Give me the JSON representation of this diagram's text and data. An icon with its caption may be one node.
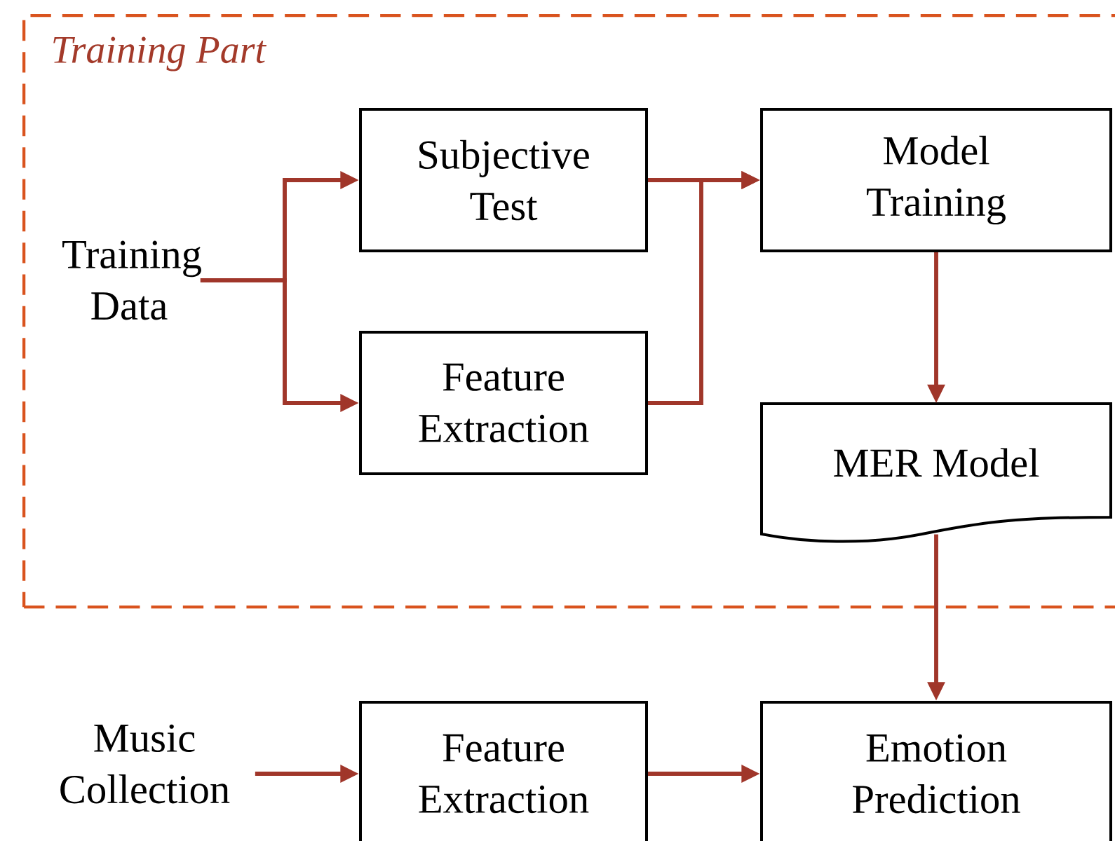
{
  "diagram": {
    "nodes": [
      {
        "text": [
          "Training Part"
        ]
      },
      {
        "text": [
          "Training Data"
        ],
        "in": 0
      },
      {
        "text": [
          "Subjective Test"
        ],
        "in": 0
      },
      {
        "text": [
          "Feature Extraction"
        ],
        "in": 0
      },
      {
        "text": [
          "Model Training"
        ],
        "in": 0
      },
      {
        "text": [
          "MER Model"
        ],
        "in": 0
      },
      {
        "text": [
          "Music Collection"
        ]
      },
      {
        "text": [
          "Feature Extraction"
        ]
      },
      {
        "text": [
          "Emotion Prediction"
        ]
      }
    ],
    "edges": [
      {
        "from": 1,
        "to": 2,
        "arrow": "to"
      },
      {
        "from": 1,
        "to": 3,
        "arrow": "to"
      },
      {
        "from": 2,
        "to": 4,
        "arrow": "to"
      },
      {
        "from": 3,
        "to": 4,
        "arrow": "to"
      },
      {
        "from": 4,
        "to": 5,
        "arrow": "to"
      },
      {
        "from": 5,
        "to": 8,
        "arrow": "to"
      },
      {
        "from": 6,
        "to": 7,
        "arrow": "to"
      },
      {
        "from": 7,
        "to": 8,
        "arrow": "to"
      }
    ]
  }
}
